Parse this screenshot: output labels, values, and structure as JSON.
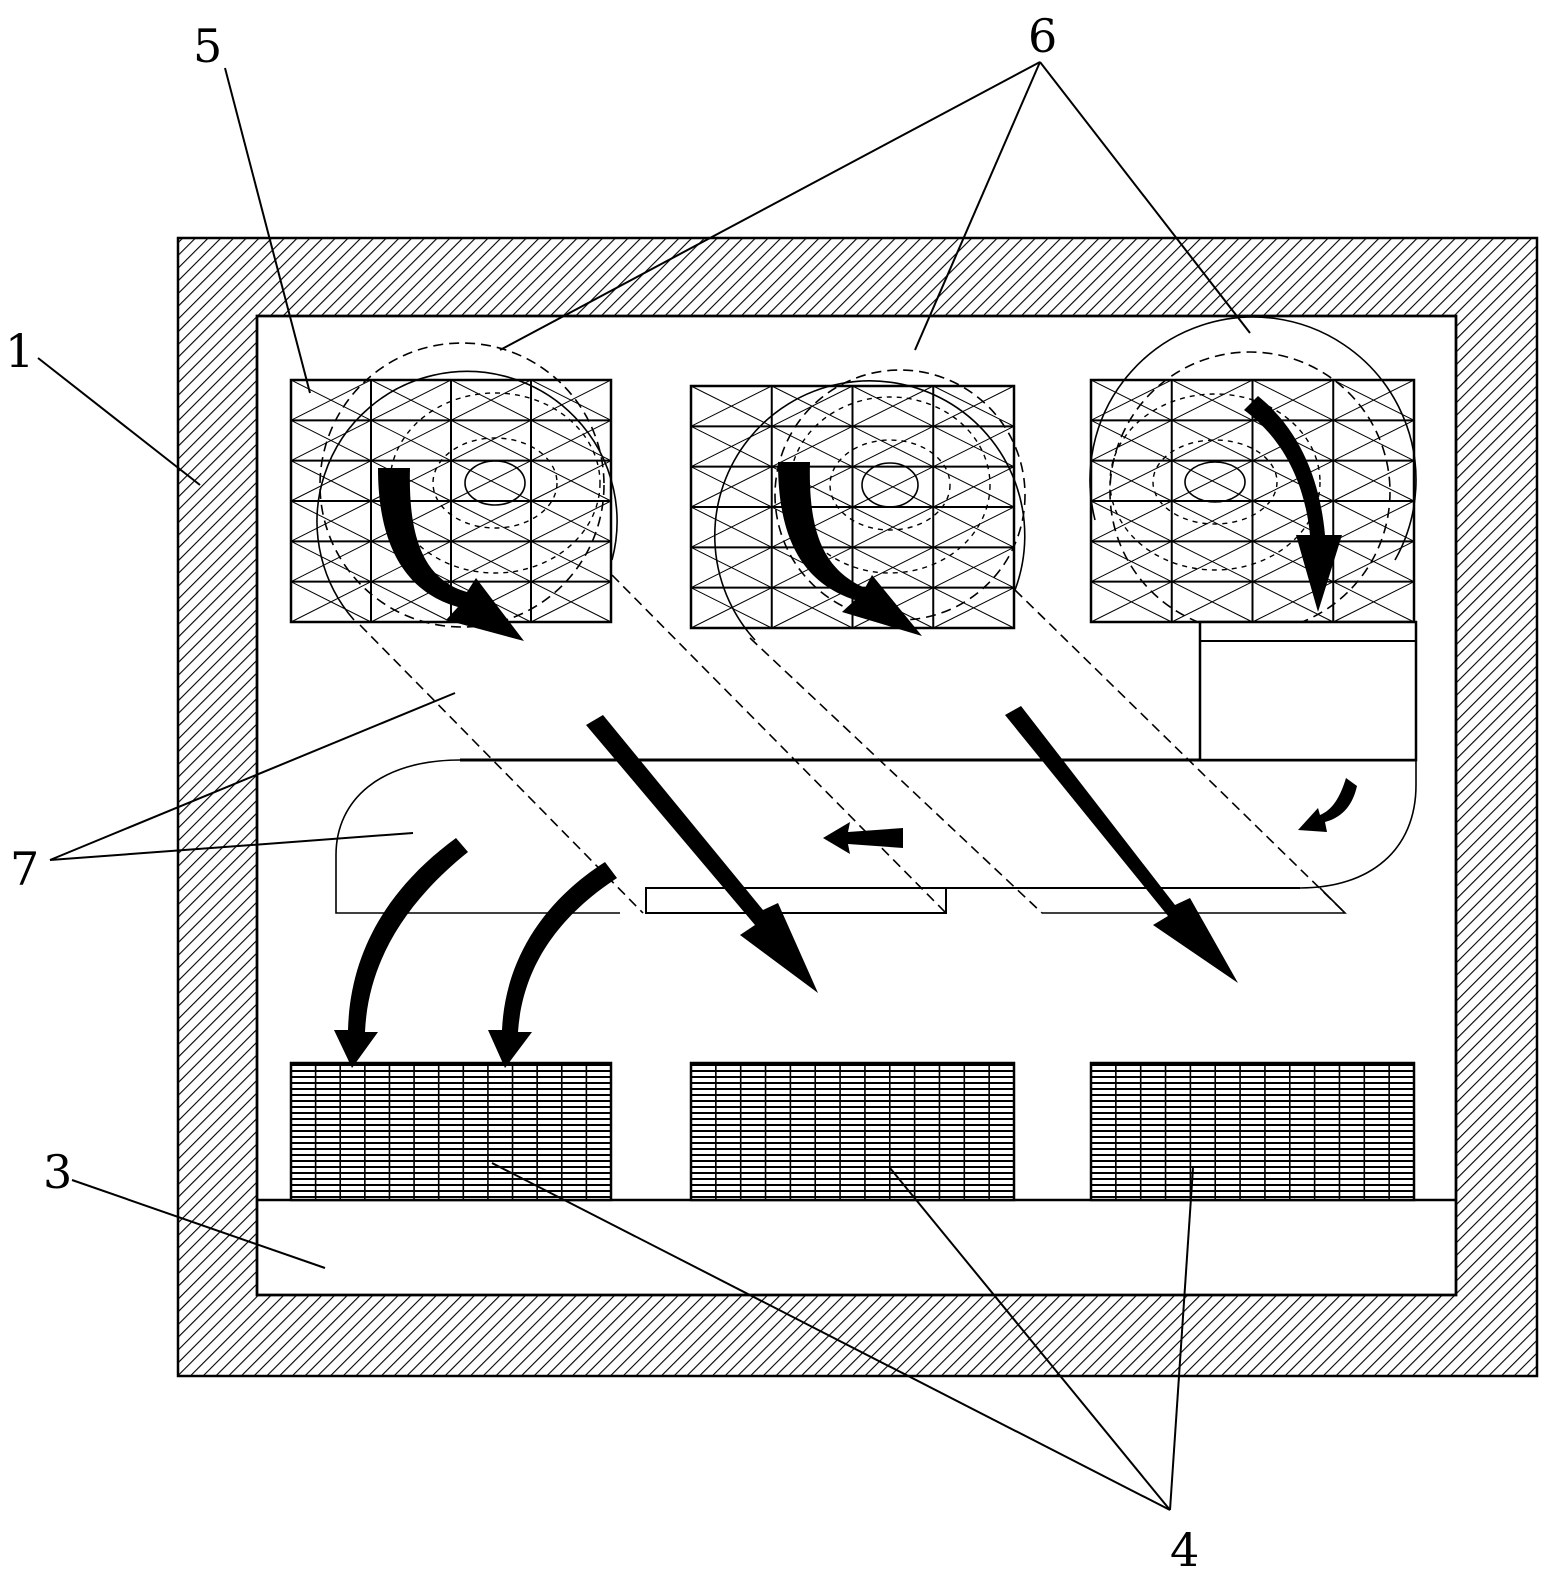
{
  "labels": {
    "housing": "1",
    "base": "3",
    "heat_sources": "4",
    "filter_grid": "5",
    "fans": "6",
    "air_channels": "7"
  }
}
